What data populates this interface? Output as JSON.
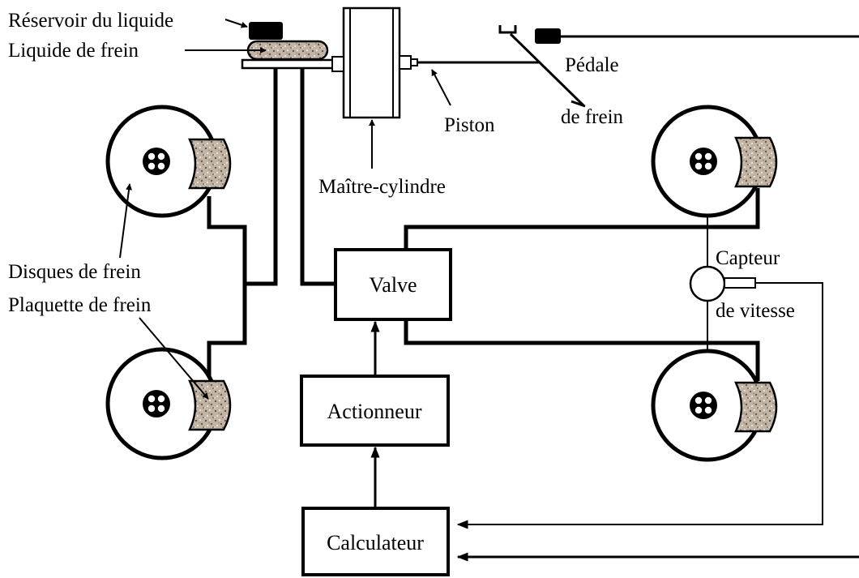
{
  "labels": {
    "reservoir": "Réservoir du liquide",
    "fluid": "Liquide de frein",
    "piston": "Piston",
    "master_cylinder": "Maître-cylindre",
    "pedal_line1": "Pédale",
    "pedal_line2": "de frein",
    "discs": "Disques de frein",
    "pads": "Plaquette de frein",
    "sensor_line1": "Capteur",
    "sensor_line2": "de vitesse"
  },
  "boxes": {
    "valve": "Valve",
    "actuator": "Actionneur",
    "computer": "Calculateur"
  },
  "colors": {
    "line": "#000000",
    "background": "#ffffff",
    "pad_fill": "#b8a898"
  }
}
